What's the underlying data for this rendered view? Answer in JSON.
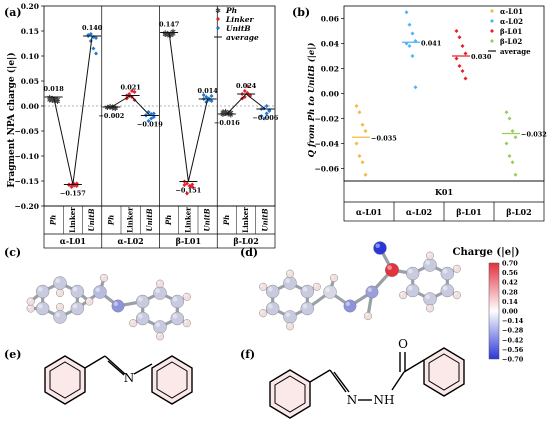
{
  "panels": {
    "a": {
      "letter": "(a)",
      "ylabel": "Fragment NPA charge (|e|)",
      "yticks": [
        "0.20",
        "0.15",
        "0.10",
        "0.05",
        "0.00",
        "−0.05",
        "−0.10",
        "−0.15",
        "−0.20"
      ],
      "groups": [
        {
          "name": "α-L01",
          "cats": [
            "Ph",
            "Linker",
            "UnitB"
          ],
          "labels": [
            "0.018",
            "−0.157",
            "0.140"
          ]
        },
        {
          "name": "α-L02",
          "cats": [
            "Ph",
            "Linker",
            "UnitB"
          ],
          "labels": [
            "−0.002",
            "0.021",
            "−0.019"
          ]
        },
        {
          "name": "β-L01",
          "cats": [
            "Ph",
            "Linker",
            "UnitB"
          ],
          "labels": [
            "0.147",
            "−0.151",
            "0.014"
          ]
        },
        {
          "name": "β-L02",
          "cats": [
            "Ph",
            "Linker",
            "UnitB"
          ],
          "labels": [
            "−0.016",
            "0.024",
            "−0.006"
          ]
        }
      ],
      "legend": [
        {
          "label": "Ph",
          "color": "#444444"
        },
        {
          "label": "Linker",
          "color": "#e8202a"
        },
        {
          "label": "UnitB",
          "color": "#1f78d1"
        },
        {
          "label": "average",
          "color": "#111111"
        }
      ]
    },
    "b": {
      "letter": "(b)",
      "ylabel": "Q from Ph to UnitB (|e|)",
      "yticks": [
        "0.06",
        "0.04",
        "0.02",
        "0.00",
        "−0.02",
        "−0.04",
        "−0.06"
      ],
      "band": "K01",
      "groups": [
        "α-L01",
        "α-L02",
        "β-L01",
        "β-L02"
      ],
      "labels": [
        "−0.035",
        "0.041",
        "0.030",
        "−0.032"
      ],
      "legend": [
        {
          "label": "α-L01",
          "color": "#f4b942"
        },
        {
          "label": "α-L02",
          "color": "#4fb3f6"
        },
        {
          "label": "β-L01",
          "color": "#e8202a"
        },
        {
          "label": "β-L02",
          "color": "#9acd5b"
        },
        {
          "label": "average",
          "color": "#111111"
        }
      ]
    },
    "c": {
      "letter": "(c)"
    },
    "d": {
      "letter": "(d)"
    },
    "e": {
      "letter": "(e)",
      "atom_N": "N"
    },
    "f": {
      "letter": "(f)",
      "atom_O": "O",
      "atom_N": "N",
      "atom_NH": "NH"
    },
    "colorbar": {
      "title": "Charge (|e|)",
      "ticks": [
        "0.70",
        "0.56",
        "0.42",
        "0.28",
        "0.14",
        "0.00",
        "−0.14",
        "−0.28",
        "−0.42",
        "−0.56",
        "−0.70"
      ]
    }
  },
  "chart_data": [
    {
      "type": "scatter",
      "title": "",
      "ylabel": "Fragment NPA charge (|e|)",
      "ylim": [
        -0.2,
        0.2
      ],
      "categories": [
        "α-L01 Ph",
        "α-L01 Linker",
        "α-L01 UnitB",
        "α-L02 Ph",
        "α-L02 Linker",
        "α-L02 UnitB",
        "β-L01 Ph",
        "β-L01 Linker",
        "β-L01 UnitB",
        "β-L02 Ph",
        "β-L02 Linker",
        "β-L02 UnitB"
      ],
      "series": [
        {
          "name": "Ph",
          "values": [
            [
              0.018,
              0.016,
              0.015,
              0.014,
              0.013,
              0.012,
              0.011,
              0.01
            ],
            [],
            [],
            [
              -0.002,
              -0.001,
              -0.003,
              -0.004,
              -0.002,
              0.0,
              -0.001,
              -0.003
            ],
            [],
            [],
            [
              0.147,
              0.146,
              0.145,
              0.145,
              0.144,
              0.143,
              0.142,
              0.15
            ],
            [],
            [],
            [
              -0.016,
              -0.014,
              -0.013,
              -0.012,
              -0.011,
              -0.01,
              -0.015,
              -0.017
            ],
            [],
            []
          ]
        },
        {
          "name": "Linker",
          "values": [
            [],
            [
              -0.157,
              -0.158,
              -0.159,
              -0.16,
              -0.158,
              -0.162,
              -0.156,
              -0.155
            ],
            [],
            [],
            [
              0.021,
              0.024,
              0.018,
              0.028,
              0.015,
              0.02,
              0.03,
              0.012
            ],
            [],
            [],
            [
              -0.151,
              -0.155,
              -0.16,
              -0.157,
              -0.158,
              -0.175,
              -0.16,
              -0.162
            ],
            [],
            [],
            [
              0.024,
              0.03,
              0.04,
              0.02,
              0.015,
              0.018,
              0.026,
              0.022
            ],
            []
          ]
        },
        {
          "name": "UnitB",
          "values": [
            [],
            [],
            [
              0.14,
              0.144,
              0.138,
              0.136,
              0.142,
              0.13,
              0.115,
              0.105
            ],
            [],
            [],
            [
              -0.019,
              -0.012,
              -0.016,
              -0.022,
              -0.018,
              -0.03,
              -0.025,
              -0.015
            ],
            [],
            [],
            [
              0.014,
              0.018,
              0.012,
              0.01,
              0.022,
              0.008,
              0.015,
              0.02
            ],
            [],
            [],
            [
              -0.006,
              -0.005,
              0.0,
              -0.01,
              -0.02,
              -0.025,
              -0.015,
              -0.008
            ]
          ]
        }
      ],
      "averages": [
        0.018,
        -0.157,
        0.14,
        -0.002,
        0.021,
        -0.019,
        0.147,
        -0.151,
        0.014,
        -0.016,
        0.024,
        -0.006
      ]
    },
    {
      "type": "scatter",
      "title": "",
      "xlabel": "K01",
      "ylabel": "Q from Ph to UnitB (|e|)",
      "ylim": [
        -0.07,
        0.07
      ],
      "categories": [
        "α-L01",
        "α-L02",
        "β-L01",
        "β-L02"
      ],
      "series": [
        {
          "name": "α-L01",
          "values": [
            -0.01,
            -0.015,
            -0.025,
            -0.03,
            -0.04,
            -0.05,
            -0.055,
            -0.065
          ]
        },
        {
          "name": "α-L02",
          "values": [
            0.065,
            0.055,
            0.048,
            0.042,
            0.04,
            0.038,
            0.03,
            0.005
          ]
        },
        {
          "name": "β-L01",
          "values": [
            0.05,
            0.045,
            0.038,
            0.032,
            0.028,
            0.022,
            0.018,
            0.012
          ]
        },
        {
          "name": "β-L02",
          "values": [
            -0.015,
            -0.02,
            -0.03,
            -0.035,
            -0.04,
            -0.05,
            -0.055,
            -0.065
          ]
        }
      ],
      "averages": [
        -0.035,
        0.041,
        0.03,
        -0.032
      ]
    }
  ]
}
